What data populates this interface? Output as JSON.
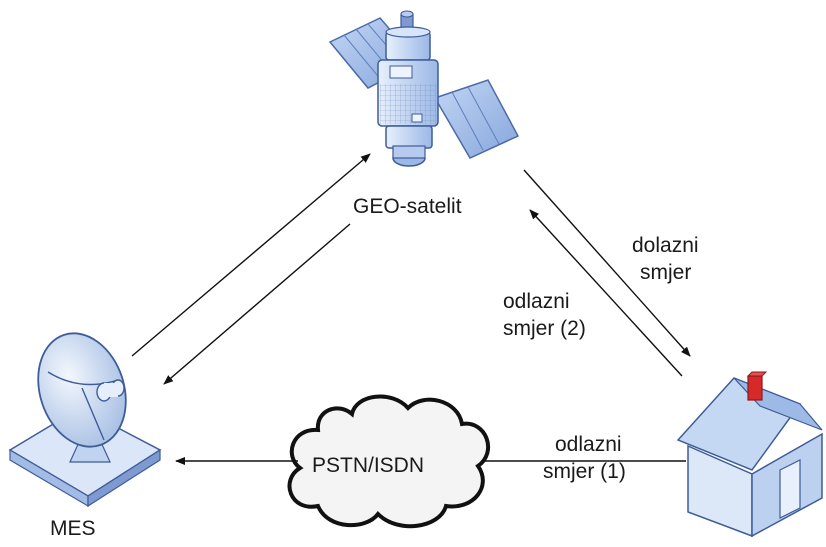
{
  "labels": {
    "satellite": "GEO-satelit",
    "downlink_line1": "dolazni",
    "downlink_line2": "smjer",
    "uplink2_line1": "odlazni",
    "uplink2_line2": "smjer (2)",
    "uplink1_line1": "odlazni",
    "uplink1_line2": "smjer (1)",
    "mes": "MES",
    "network": "PSTN/ISDN"
  },
  "colors": {
    "panel_fill": "#a9c4ee",
    "panel_stroke": "#4a6aa8",
    "body_fill": "#c9dbf4",
    "house_wall": "#dce8f8",
    "chimney": "#d62a2a",
    "arrow": "#111111"
  }
}
